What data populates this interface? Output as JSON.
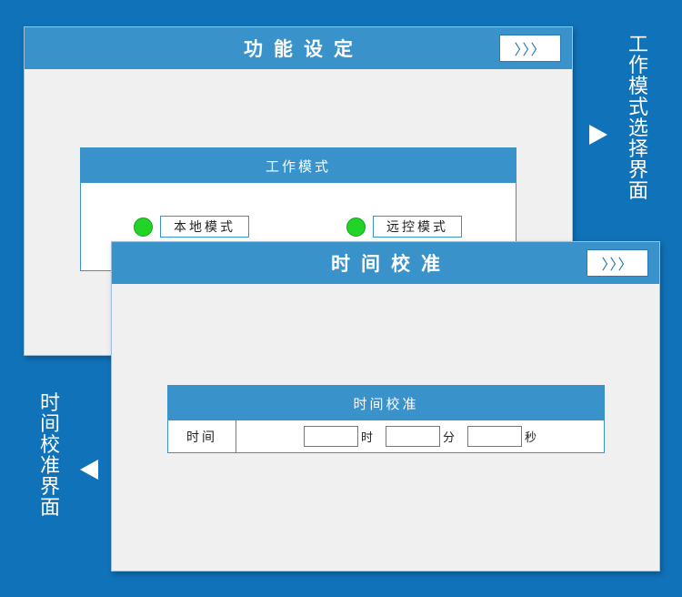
{
  "function_screen": {
    "title": "功能设定",
    "next_label": "〉〉〉",
    "work_mode_panel": {
      "title": "工作模式",
      "local_mode_label": "本地模式",
      "remote_mode_label": "远控模式",
      "led_color": "#22d428"
    }
  },
  "time_screen": {
    "title": "时间校准",
    "next_label": "〉〉〉",
    "time_panel": {
      "title": "时间校准",
      "row_label": "时间",
      "hour_unit": "时",
      "minute_unit": "分",
      "second_unit": "秒",
      "hour_value": "",
      "minute_value": "",
      "second_value": ""
    }
  },
  "side_labels": {
    "right": "工作模式选择界面",
    "left": "时间校准界面"
  },
  "colors": {
    "background": "#1072b8",
    "header": "#3a92cb",
    "screen": "#f0f0f1"
  }
}
